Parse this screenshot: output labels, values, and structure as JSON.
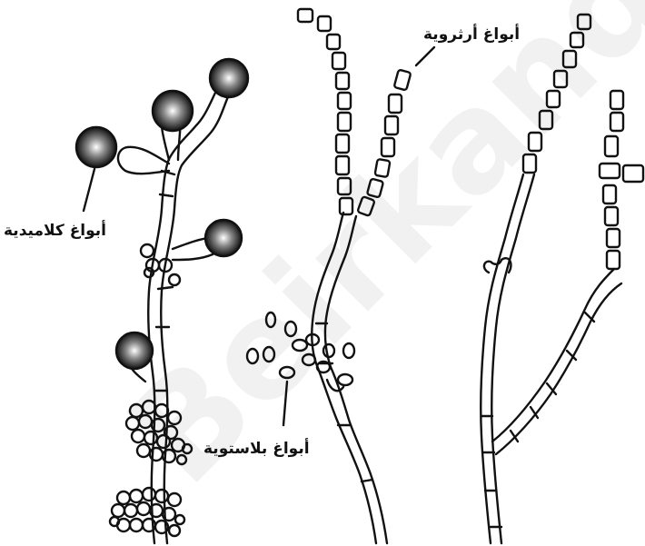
{
  "labels": {
    "chlamydospores": "أبواغ كلاميدية",
    "arthrospores": "أبواغ أرثروية",
    "blastospores": "أبواغ بلاستوية"
  },
  "watermark": "Beirkand",
  "colors": {
    "ink": "#111111",
    "paper": "#ffffff"
  }
}
